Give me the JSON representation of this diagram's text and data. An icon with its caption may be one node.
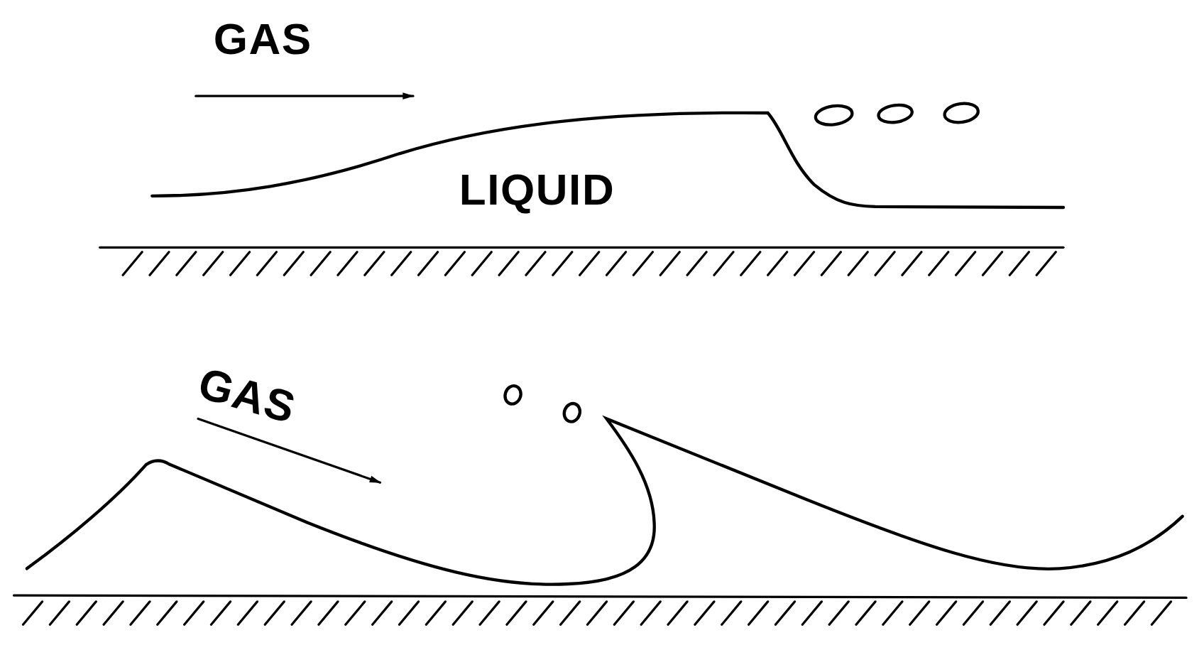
{
  "diagram": {
    "labels": [
      "GAS",
      "LIQUID",
      "GAS"
    ]
  }
}
